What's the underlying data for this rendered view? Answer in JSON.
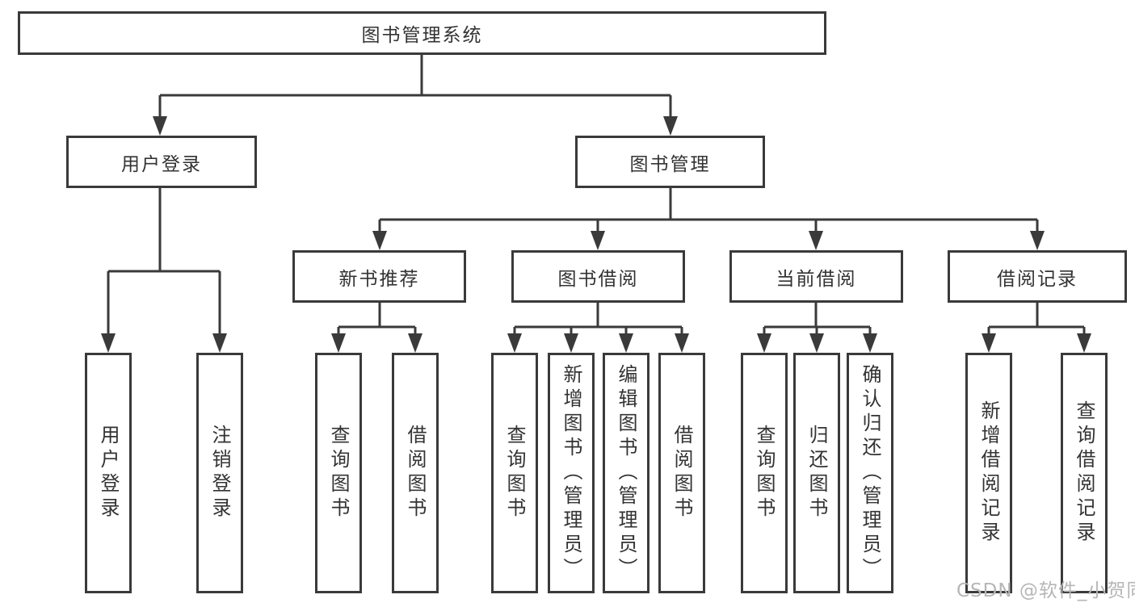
{
  "tree": {
    "root": {
      "label": "图书管理系统"
    },
    "branches": [
      {
        "label": "用户登录",
        "children": [
          {
            "label": "用户登录"
          },
          {
            "label": "注销登录"
          }
        ]
      },
      {
        "label": "图书管理",
        "children": [
          {
            "label": "新书推荐",
            "children": [
              {
                "label": "查询图书"
              },
              {
                "label": "借阅图书"
              }
            ]
          },
          {
            "label": "图书借阅",
            "children": [
              {
                "label": "查询图书"
              },
              {
                "label": "新增图书（管理员）"
              },
              {
                "label": "编辑图书（管理员）"
              },
              {
                "label": "借阅图书"
              }
            ]
          },
          {
            "label": "当前借阅",
            "children": [
              {
                "label": "查询图书"
              },
              {
                "label": "归还图书"
              },
              {
                "label": "确认归还（管理员）"
              }
            ]
          },
          {
            "label": "借阅记录",
            "children": [
              {
                "label": "新增借阅记录"
              },
              {
                "label": "查询借阅记录"
              }
            ]
          }
        ]
      }
    ]
  },
  "watermark": {
    "text": "CSDN @软件_小贺同学"
  },
  "colors": {
    "line": "#3a3a3a",
    "text": "#333333",
    "background": "#ffffff",
    "watermark": "#b6b6b6"
  }
}
